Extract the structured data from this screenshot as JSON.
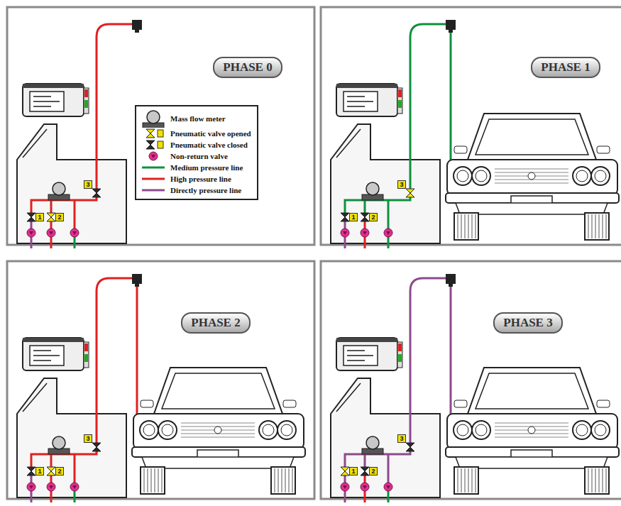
{
  "diagram": {
    "nodes": [
      {
        "text": [
          "PHASE 0"
        ]
      },
      {
        "text": [
          "PHASE 1"
        ]
      },
      {
        "text": [
          "PHASE 2"
        ]
      },
      {
        "text": [
          "PHASE 3"
        ]
      }
    ],
    "labels": [
      "1",
      "2",
      "3",
      "1",
      "2",
      "3",
      "1",
      "2",
      "3",
      "1",
      "2",
      "3"
    ],
    "legend": [
      {
        "text": "Mass flow meter"
      },
      {
        "text": "Pneumatic valve opened"
      },
      {
        "text": "Pneumatic valve closed"
      },
      {
        "text": "Non-return valve"
      },
      {
        "text": "Medium pressure line"
      },
      {
        "text": "High pressure line"
      },
      {
        "text": "Directly pressure line"
      }
    ]
  }
}
